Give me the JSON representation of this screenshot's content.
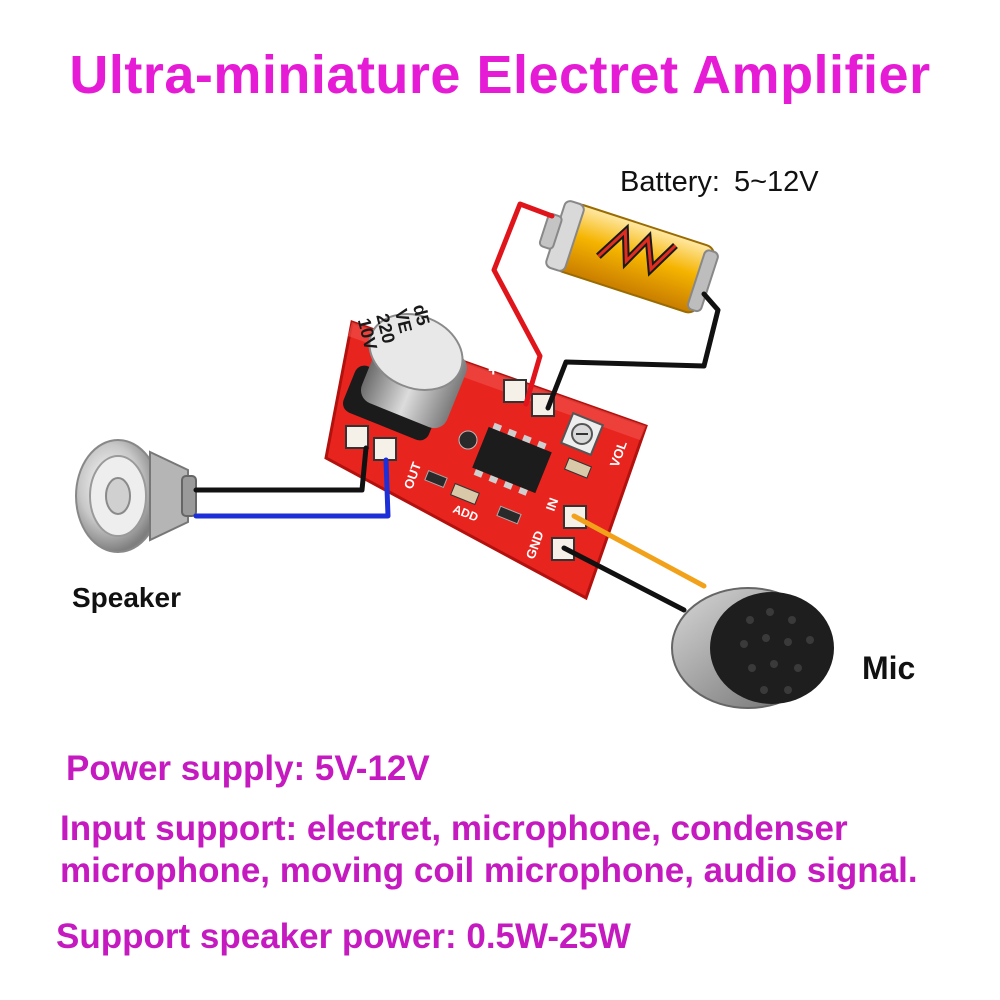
{
  "title": "Ultra-miniature Electret Amplifier",
  "battery": {
    "label": "Battery",
    "separator": ":",
    "voltage": "5~12V"
  },
  "speaker_label": "Speaker",
  "mic_label": "Mic",
  "capacitor_text": [
    "d5",
    "VE",
    "220",
    "10V"
  ],
  "pcb_labels": {
    "plus": "+",
    "minus": "-",
    "out": "OUT",
    "add": "ADD",
    "gnd": "GND",
    "in": "IN",
    "vol": "VOL"
  },
  "specs": {
    "power_supply": "Power supply: 5V-12V",
    "input_support": "Input support: electret, microphone, condenser microphone, moving coil microphone, audio signal.",
    "speaker_power": "Support speaker power: 0.5W-25W"
  },
  "colors": {
    "title": "#e61bd6",
    "specs": "#c41ac0",
    "pcb": "#e8241f",
    "wire_red": "#e0151b",
    "wire_black": "#111111",
    "wire_blue": "#1d2fd6",
    "wire_orange": "#f2a21a"
  }
}
